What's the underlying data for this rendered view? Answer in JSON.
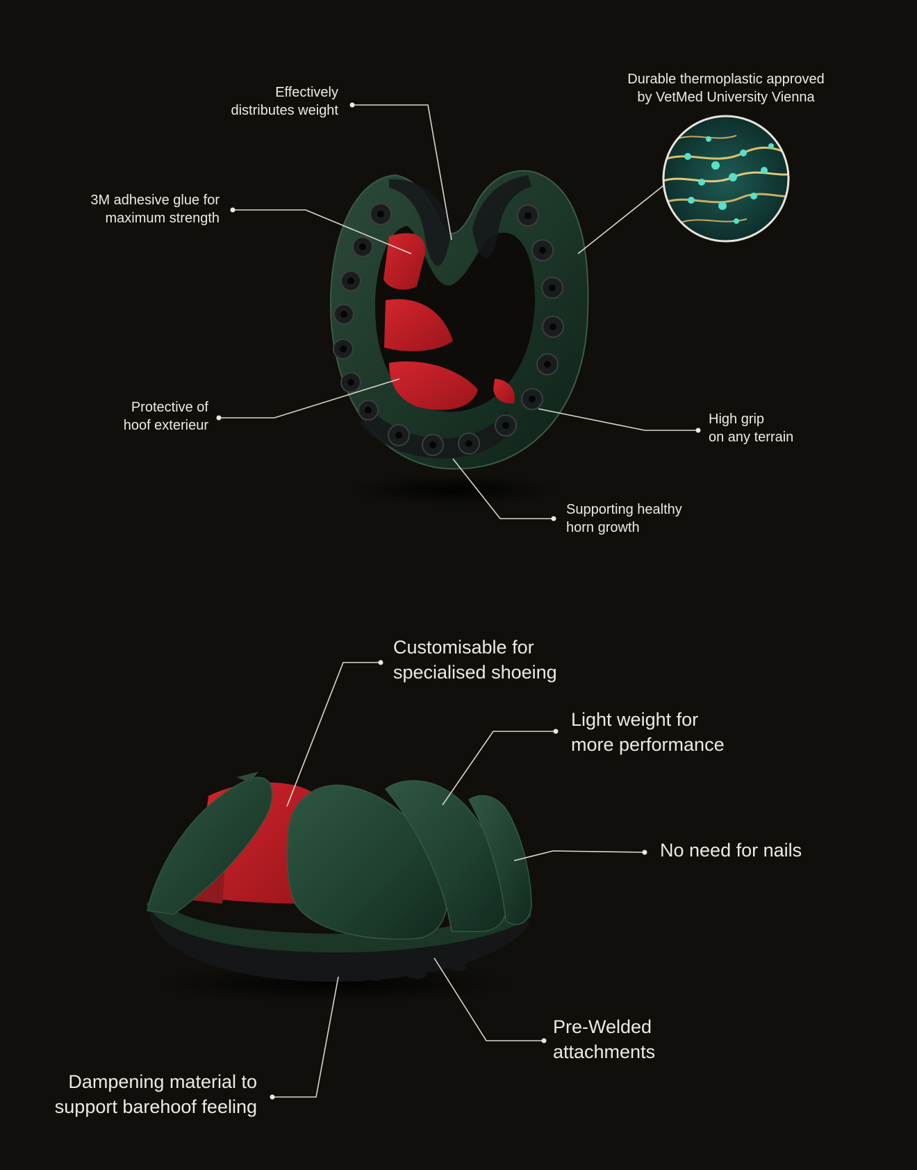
{
  "colors": {
    "background": "#100f0b",
    "text": "#ecebe3",
    "leader_lines": "#d9d8d0",
    "shoe_green": "#1e3a2c",
    "adhesive_red": "#c81f28",
    "stud_black": "#17191a",
    "microscope_teal": "#3a8c82"
  },
  "top_section": {
    "labels": {
      "distributes_weight": {
        "line1": "Effectively",
        "line2": "distributes weight"
      },
      "thermoplastic": {
        "line1": "Durable thermoplastic approved",
        "line2": "by VetMed University Vienna"
      },
      "adhesive": {
        "line1": "3M adhesive glue for",
        "line2": "maximum strength"
      },
      "protective": {
        "line1": "Protective of",
        "line2": "hoof exterieur"
      },
      "grip": {
        "line1": "High grip",
        "line2": "on any terrain"
      },
      "horn_growth": {
        "line1": "Supporting healthy",
        "line2": "horn growth"
      }
    }
  },
  "bottom_section": {
    "labels": {
      "customisable": {
        "line1": "Customisable for",
        "line2": "specialised shoeing"
      },
      "light_weight": {
        "line1": "Light weight for",
        "line2": "more performance"
      },
      "no_nails": {
        "line1": "No need for nails"
      },
      "pre_welded": {
        "line1": "Pre-Welded",
        "line2": "attachments"
      },
      "dampening": {
        "line1": "Dampening material to",
        "line2": "support barehoof feeling"
      }
    }
  },
  "icons": {
    "horseshoe_top": "horseshoe-top-view",
    "horseshoe_side": "horseshoe-side-view",
    "microscope": "thermoplastic-microstructure"
  }
}
